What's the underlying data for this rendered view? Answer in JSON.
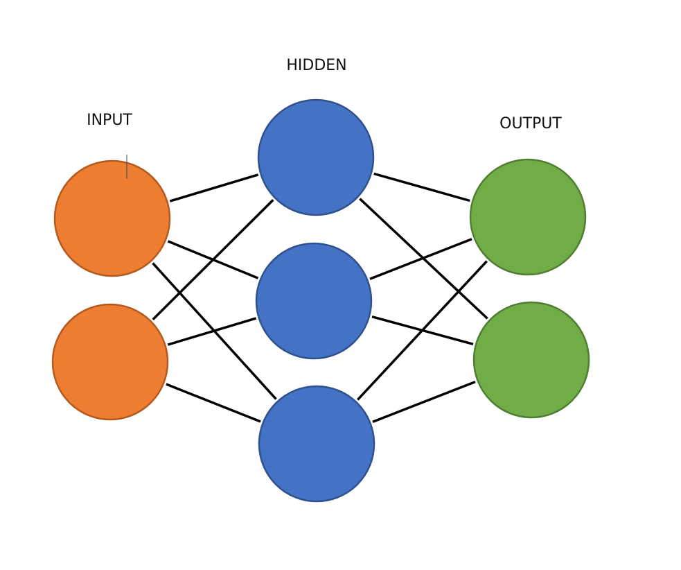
{
  "diagram": {
    "labels": {
      "input": "INPUT",
      "hidden": "HIDDEN",
      "output": "OUTPUT"
    },
    "layers": [
      {
        "name": "input",
        "node_count": 2,
        "fill": "#ED7D31",
        "stroke": "#B45A1F"
      },
      {
        "name": "hidden",
        "node_count": 3,
        "fill": "#4472C4",
        "stroke": "#2F528F"
      },
      {
        "name": "output",
        "node_count": 2,
        "fill": "#70AD47",
        "stroke": "#507E32"
      }
    ],
    "edge_color": "#000000",
    "connectivity": "fully-connected"
  }
}
